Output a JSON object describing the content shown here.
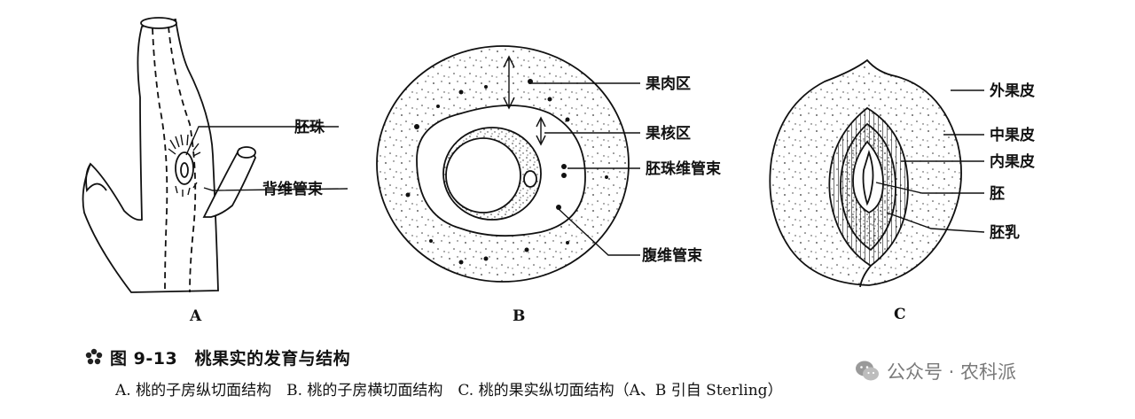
{
  "labels": {
    "a_ovule": "胚珠",
    "a_dorsal_bundle": "背维管束",
    "b_flesh_zone": "果肉区",
    "b_stone_zone": "果核区",
    "b_ovule_bundle": "胚珠维管束",
    "b_ventral_bundle": "腹维管束",
    "c_exocarp": "外果皮",
    "c_mesocarp": "中果皮",
    "c_endocarp": "内果皮",
    "c_embryo": "胚",
    "c_endosperm": "胚乳"
  },
  "panels": {
    "a": "A",
    "b": "B",
    "c": "C"
  },
  "caption": {
    "title": "图 9-13　桃果实的发育与结构",
    "subtitle": "A. 桃的子房纵切面结构　B. 桃的子房横切面结构　C. 桃的果实纵切面结构（A、B 引自 Sterling）"
  },
  "watermark": {
    "text": "公众号 · 农科派"
  },
  "icons": {
    "caption_bullet": "flower-bullet-icon",
    "watermark": "wechat-icon"
  }
}
